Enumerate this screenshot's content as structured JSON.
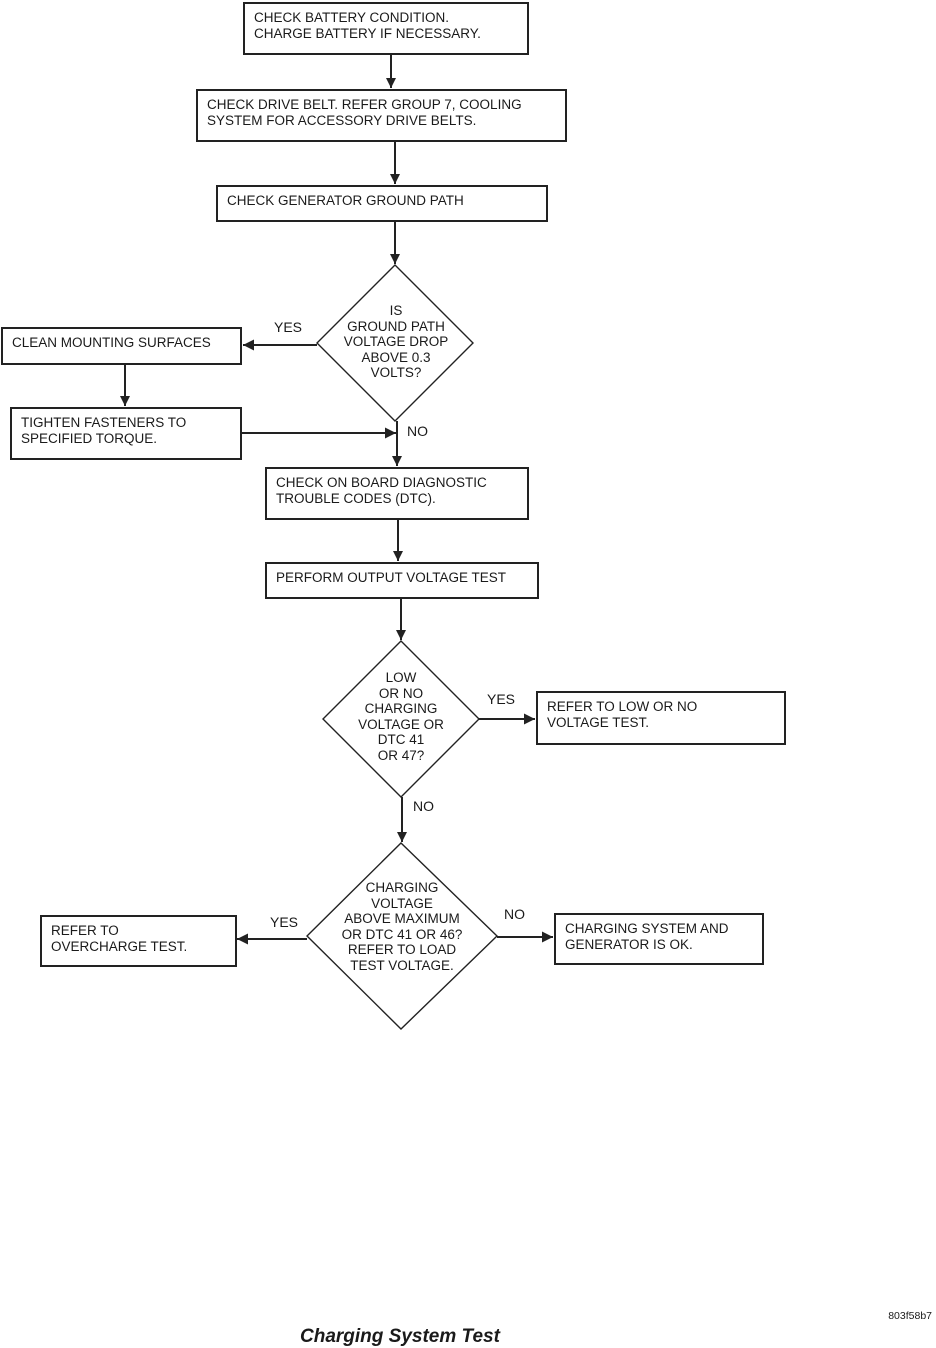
{
  "flowchart": {
    "boxes": {
      "battery": "CHECK BATTERY CONDITION.\nCHARGE BATTERY IF NECESSARY.",
      "belt": "CHECK DRIVE BELT. REFER GROUP 7, COOLING\nSYSTEM FOR ACCESSORY DRIVE BELTS.",
      "ground_path": "CHECK GENERATOR GROUND PATH",
      "clean": "CLEAN MOUNTING SURFACES",
      "tighten": "TIGHTEN FASTENERS TO\nSPECIFIED TORQUE.",
      "dtc": "CHECK ON BOARD DIAGNOSTIC\nTROUBLE CODES (DTC).",
      "output_test": "PERFORM OUTPUT VOLTAGE TEST",
      "low_test": "REFER TO LOW OR NO\nVOLTAGE TEST.",
      "overcharge": "REFER TO\nOVERCHARGE TEST.",
      "ok": "CHARGING SYSTEM AND\nGENERATOR IS OK."
    },
    "decisions": {
      "ground_drop": "IS\nGROUND PATH\nVOLTAGE DROP\nABOVE 0.3\nVOLTS?",
      "low_voltage": "LOW\nOR NO\nCHARGING\nVOLTAGE OR\nDTC  41\nOR 47?",
      "above_max": "CHARGING\nVOLTAGE\nABOVE MAXIMUM\nOR DTC 41 OR 46?\nREFER TO LOAD\nTEST VOLTAGE."
    },
    "labels": {
      "yes_1": "YES",
      "no_1": "NO",
      "yes_2": "YES",
      "no_2": "NO",
      "yes_3": "YES",
      "no_3": "NO"
    },
    "figure_code": "803f58b7",
    "caption": "Charging System Test"
  }
}
